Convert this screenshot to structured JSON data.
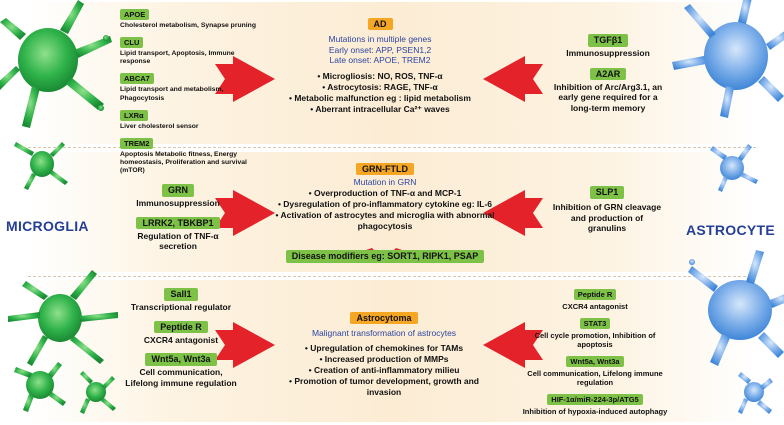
{
  "left_label": "MICROGLIA",
  "right_label": "ASTROCYTE",
  "ad": {
    "title": "AD",
    "subtitle_lines": [
      "Mutations in multiple genes",
      "Early onset: APP, PSEN1,2",
      "Late onset: APOE, TREM2"
    ],
    "bullets": [
      "Microgliosis: NO, ROS, TNF-α",
      "Astrocytosis: RAGE, TNF-α",
      "Metabolic malfunction eg : lipid metabolism",
      "Aberrant intracellular Ca²⁺ waves"
    ],
    "microglia": [
      {
        "tag": "APOE",
        "desc": "Cholesterol metabolism, Synapse pruning"
      },
      {
        "tag": "CLU",
        "desc": "Lipid transport, Apoptosis, Immune response"
      },
      {
        "tag": "ABCA7",
        "desc": "Lipid transport and metabolism, Phagocytosis"
      },
      {
        "tag": "LXRα",
        "desc": "Liver cholesterol sensor"
      },
      {
        "tag": "TREM2",
        "desc": "Apoptosis Metabolic fitness, Energy homeostasis, Proliferation and survival (mTOR)"
      }
    ],
    "astrocyte": [
      {
        "tag": "TGFβ1",
        "desc": "Immunosuppression"
      },
      {
        "tag": "A2AR",
        "desc": "Inhibition of Arc/Arg3.1, an early gene required for a long-term memory"
      }
    ]
  },
  "grn": {
    "title": "GRN-FTLD",
    "subtitle": "Mutation in GRN",
    "bullets": [
      "Overproduction of TNF-α and MCP-1",
      "Dysregulation of pro-inflammatory cytokine eg: IL-6",
      "Activation of astrocytes and microglia with abnormal phagocytosis"
    ],
    "modifiers": "Disease modifiers eg: SORT1, RIPK1, PSAP",
    "microglia": [
      {
        "tag": "GRN",
        "desc": "Immunosuppression"
      },
      {
        "tag": "LRRK2, TBKBP1",
        "desc": "Regulation of TNF-α secretion"
      }
    ],
    "astrocyte": [
      {
        "tag": "SLP1",
        "desc": "Inhibition of GRN cleavage and production of granulins"
      }
    ]
  },
  "astro": {
    "title": "Astrocytoma",
    "subtitle": "Malignant transformation of astrocytes",
    "bullets": [
      "Upregulation of chemokines for TAMs",
      "Increased production of MMPs",
      "Creation of anti-inflammatory milieu",
      "Promotion of tumor development, growth and invasion"
    ],
    "microglia": [
      {
        "tag": "Sall1",
        "desc": "Transcriptional regulator"
      },
      {
        "tag": "Peptide R",
        "desc": "CXCR4 antagonist"
      },
      {
        "tag": "Wnt5a, Wnt3a",
        "desc": "Cell communication, Lifelong immune regulation"
      }
    ],
    "astrocyte": [
      {
        "tag": "Peptide R",
        "desc": "CXCR4 antagonist"
      },
      {
        "tag": "STAT3",
        "desc": "Cell cycle promotion, Inhibition of apoptosis"
      },
      {
        "tag": "Wnt5a, Wnt3a",
        "desc": "Cell communication, Lifelong immune regulation"
      },
      {
        "tag": "HIF-1α/miR-224-3p/ATG5",
        "desc": "Inhibition of hypoxia-induced autophagy"
      }
    ]
  },
  "colors": {
    "microglia_green": "#2fb24a",
    "astrocyte_blue": "#3f86d8",
    "arrow_red": "#e3222a",
    "tag_green": "#7dc247",
    "title_orange": "#f5a623",
    "label_blue": "#243f95"
  }
}
